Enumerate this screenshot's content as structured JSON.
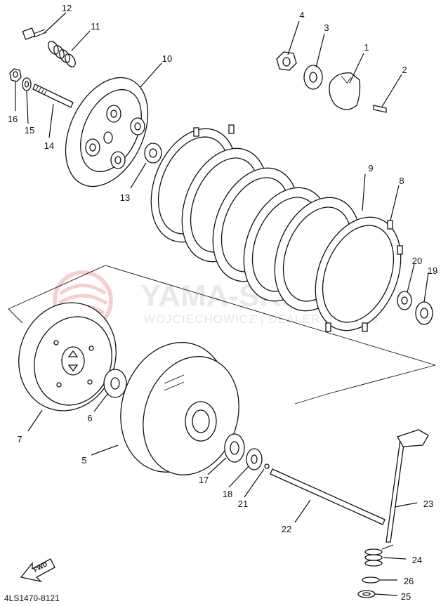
{
  "diagram_code": "4LS1470-8121",
  "watermark": {
    "brand": "YAMA-SKLEP.PL",
    "dealer": "WOJCIECHOWICZ | DEALER YAMAHA",
    "logo_color": "#f2a9a9"
  },
  "fwd_label": "FWD",
  "callouts": [
    "1",
    "2",
    "3",
    "4",
    "5",
    "6",
    "7",
    "8",
    "9",
    "10",
    "11",
    "12",
    "13",
    "14",
    "15",
    "16",
    "17",
    "18",
    "19",
    "20",
    "21",
    "22",
    "23",
    "24",
    "25",
    "26"
  ]
}
